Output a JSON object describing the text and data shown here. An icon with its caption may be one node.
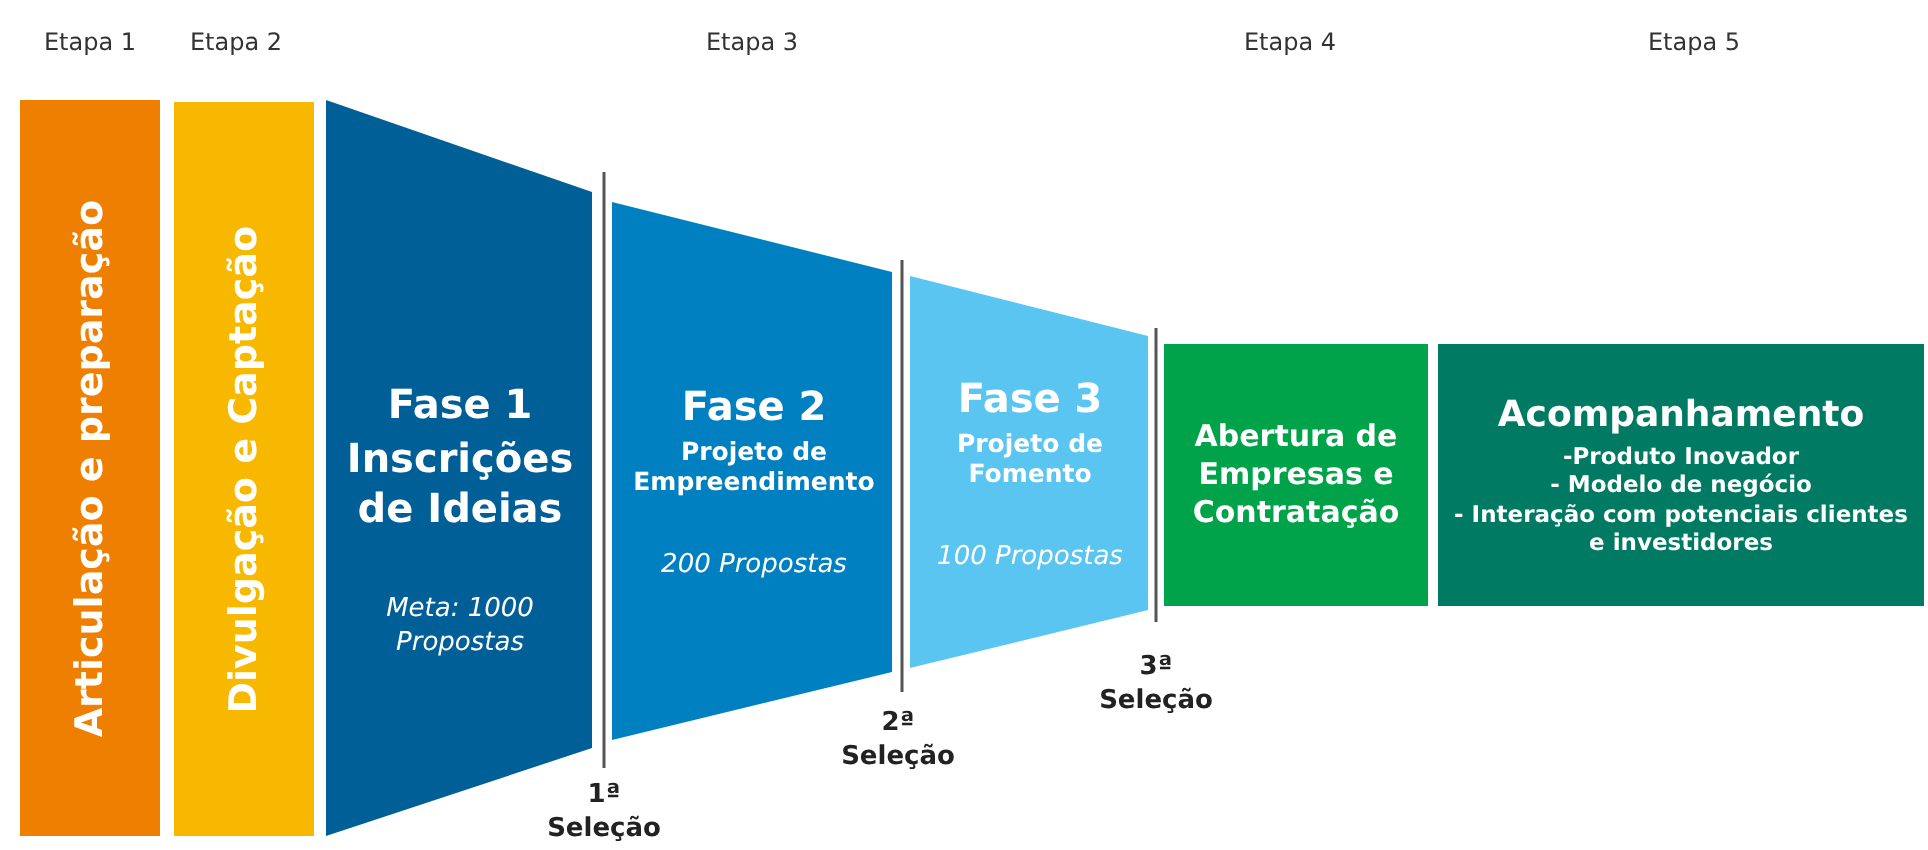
{
  "diagram": {
    "nodes": [
      {
        "text": [
          "Articulação e preparação"
        ]
      },
      {
        "text": [
          "Divulgação e Captação"
        ]
      },
      {
        "text": [
          "Fase 1",
          "Inscrições de Ideias",
          "Meta: 1000 Propostas"
        ]
      },
      {
        "text": [
          "Fase 2",
          "Projeto de Empreendimento",
          "200 Propostas"
        ]
      },
      {
        "text": [
          "Fase 3",
          "Projeto de Fomento",
          "100 Propostas"
        ]
      },
      {
        "text": [
          "Abertura de Empresas e Contratação"
        ]
      },
      {
        "text": [
          "Acompanhamento",
          "-Produto Inovador",
          "- Modelo de negócio",
          "- Interação com potenciais clientes e investidores"
        ]
      }
    ],
    "labels": [
      "Etapa 1",
      "Etapa 2",
      "Etapa 3",
      "Etapa 4",
      "Etapa 5",
      "1ª Seleção",
      "2ª Seleção",
      "3ª Seleção"
    ]
  }
}
